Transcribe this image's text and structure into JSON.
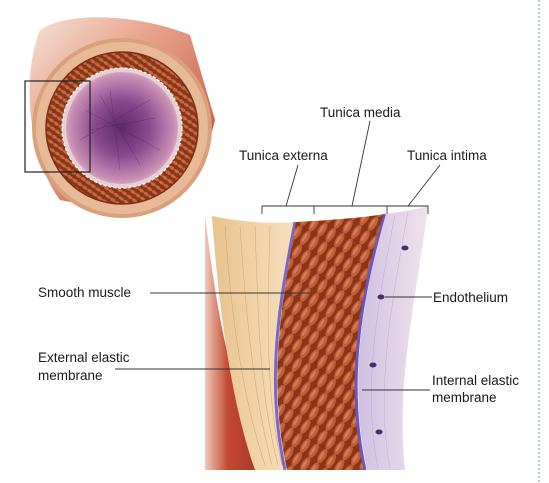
{
  "labels": {
    "tunica_media": "Tunica media",
    "tunica_externa": "Tunica externa",
    "tunica_intima": "Tunica intima",
    "smooth_muscle": "Smooth muscle",
    "endothelium": "Endothelium",
    "external_elastic_line1": "External elastic",
    "external_elastic_line2": "membrane",
    "internal_elastic_line1": "Internal elastic",
    "internal_elastic_line2": "membrane"
  },
  "colors": {
    "adventitia": "#f1d3a8",
    "muscle": "#b3542c",
    "muscle_dark": "#7a2f16",
    "elastic": "#7c68c4",
    "intima": "#e6d0e2",
    "lumen": "#8a3f85",
    "outer_tissue": "#c0492f",
    "frame_dash": "#6f8fc2"
  }
}
